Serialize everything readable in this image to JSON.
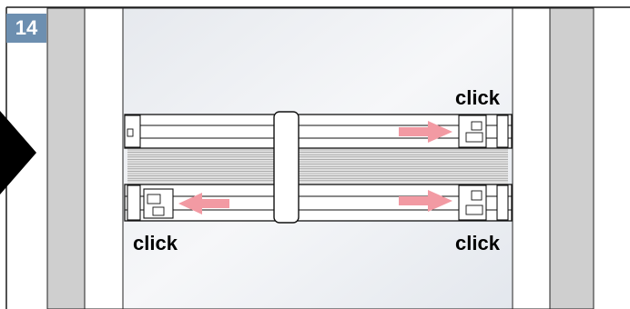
{
  "step": {
    "number": "14"
  },
  "labels": {
    "click_top_right": "click",
    "click_bottom_left": "click",
    "click_bottom_right": "click"
  },
  "colors": {
    "badge": "#6d8fb0",
    "arrow": "#f29aa3",
    "panel_gray": "#cfcfcf",
    "frame": "#1a1a1a"
  },
  "icons": {
    "pointer": "black-triangle-pointer-icon",
    "arrow": "pink-arrow-icon"
  }
}
